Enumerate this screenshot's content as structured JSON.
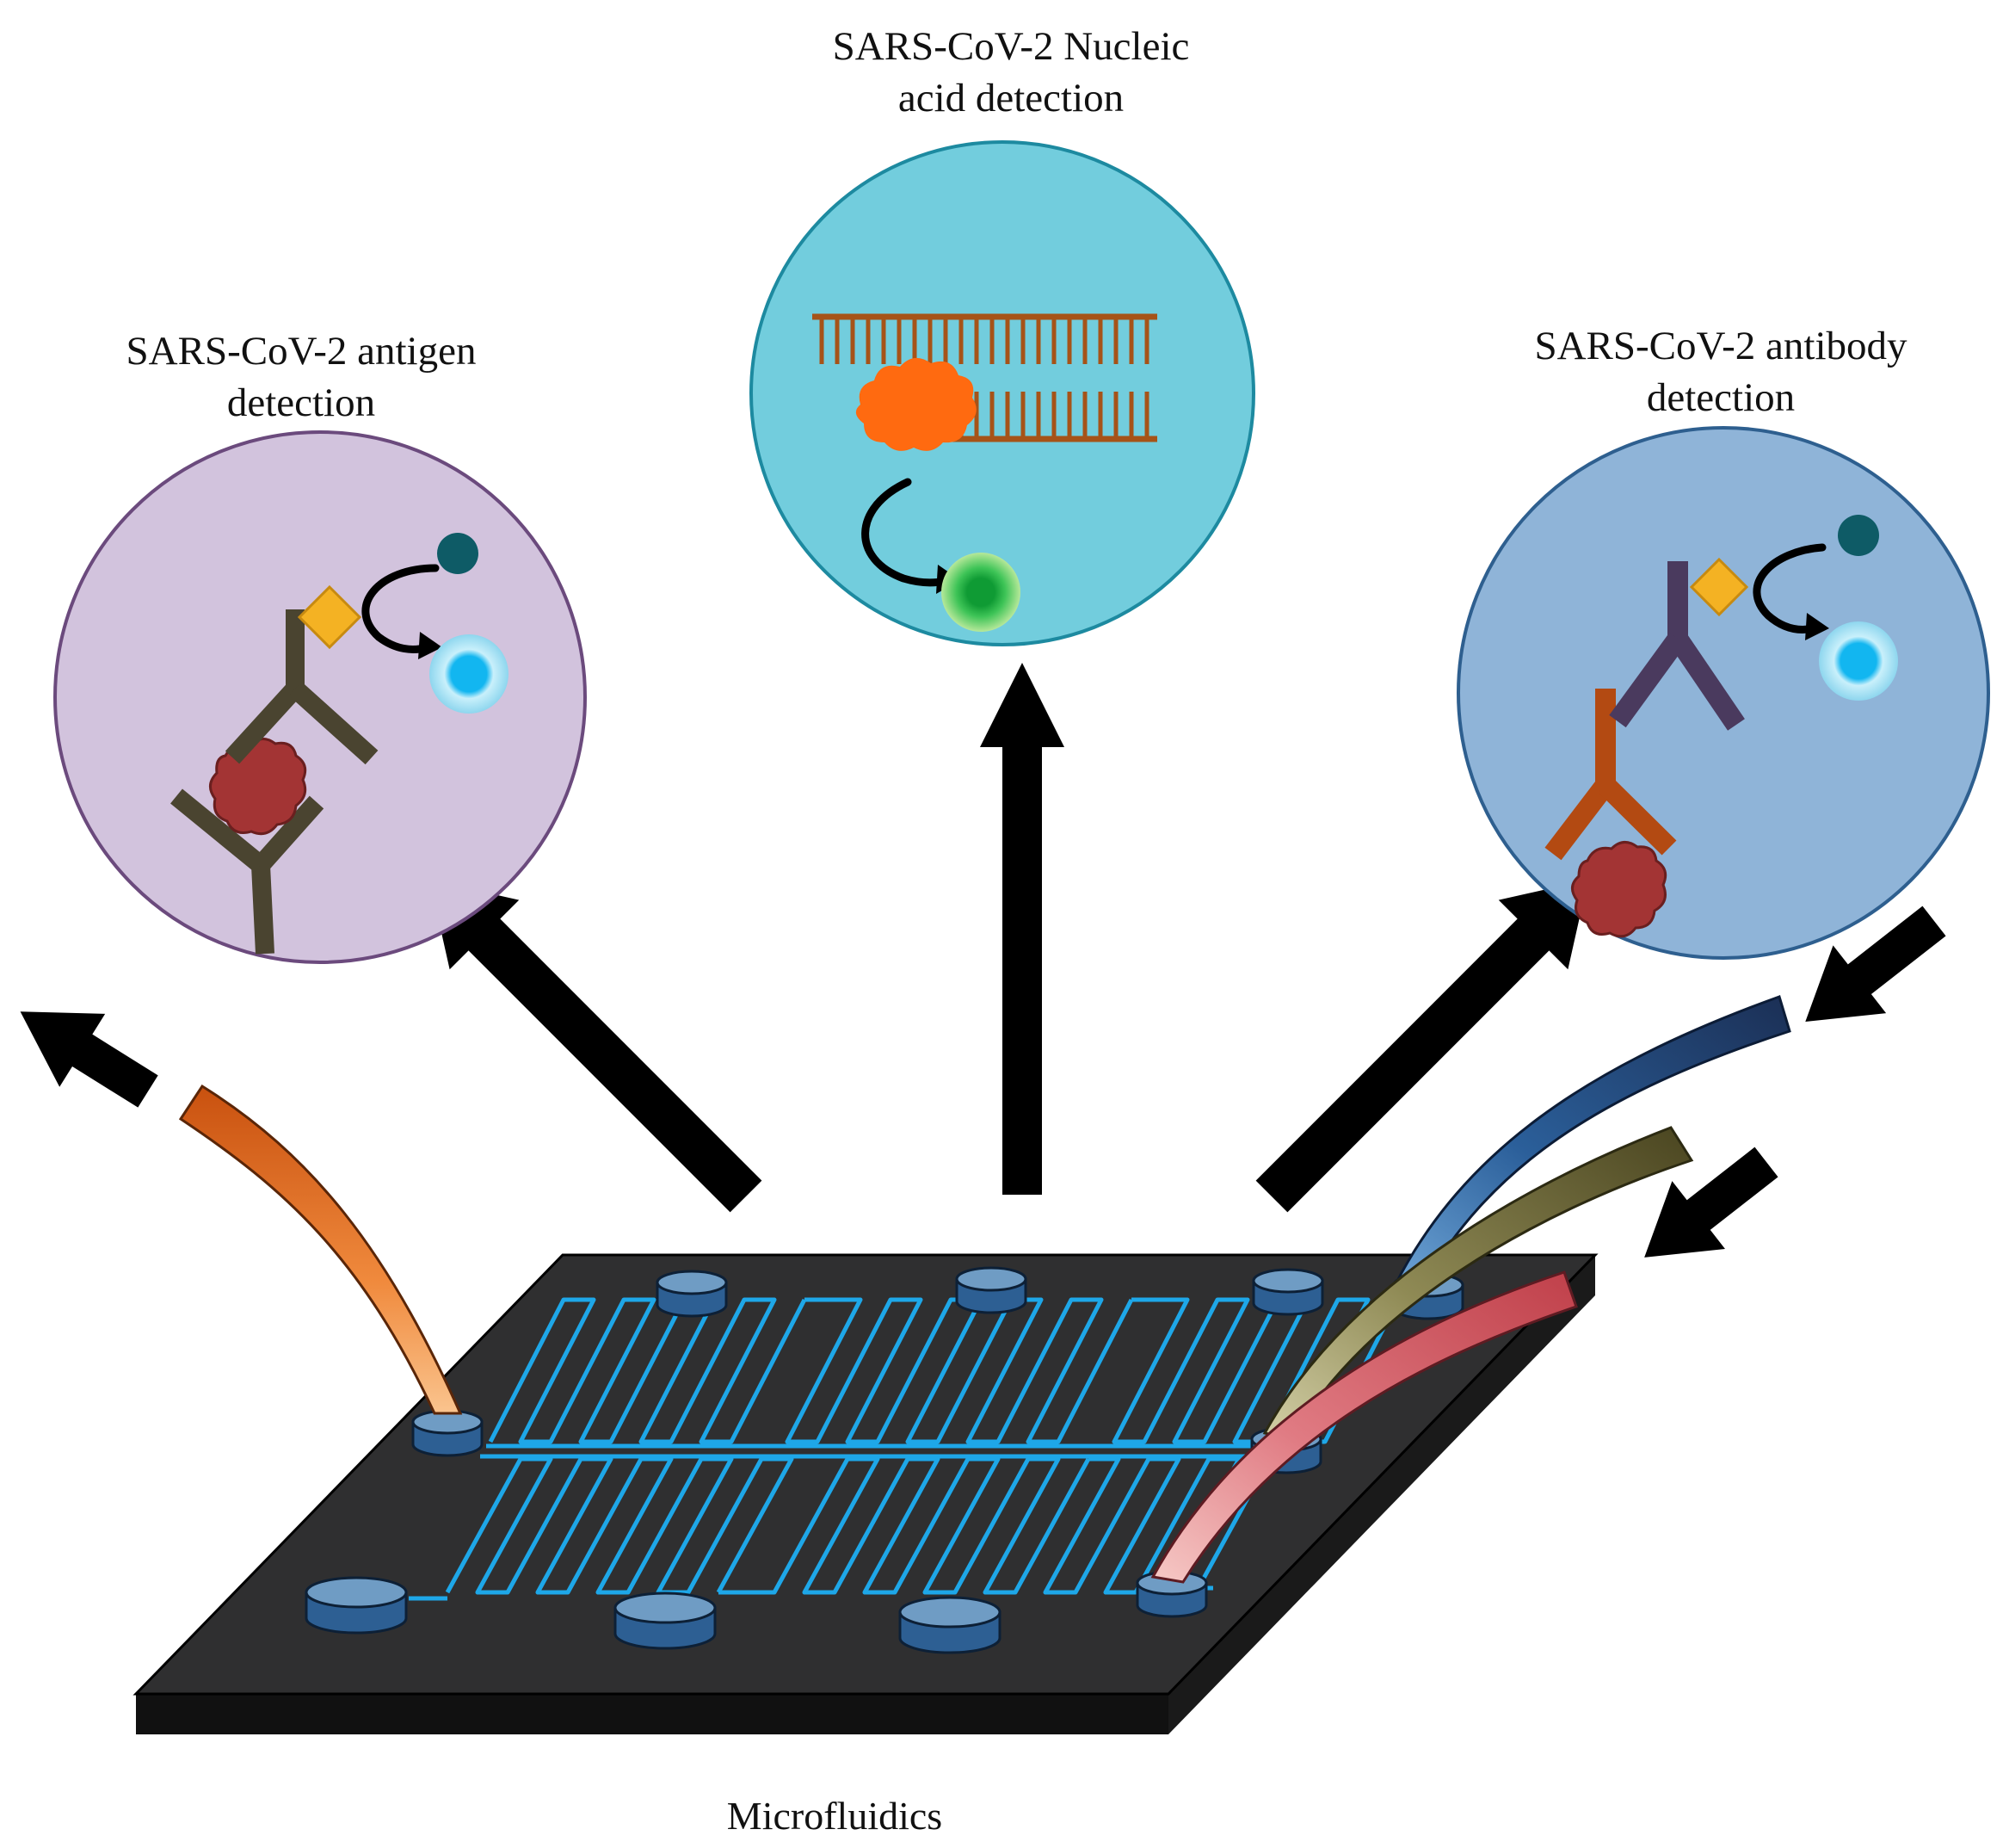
{
  "labels": {
    "nucleic": {
      "line1": "SARS-CoV-2 Nucleic",
      "line2": "acid detection"
    },
    "antigen": {
      "line1": "SARS-CoV-2 antigen",
      "line2": "detection"
    },
    "antibody": {
      "line1": "SARS-CoV-2 antibody",
      "line2": "detection"
    },
    "chip": "Microfluidics"
  },
  "colors": {
    "chip_top": "#2f2f30",
    "chip_side": "#111111",
    "channel": "#1ea7e8",
    "port": "#6f9cc4",
    "port_side": "#2d5f93",
    "antigen_circle_fill": "#d2c3dd",
    "antigen_circle_stroke": "#6b4a7d",
    "nucleic_circle_fill": "#72cddd",
    "nucleic_circle_stroke": "#1d8aa0",
    "antibody_circle_fill": "#8fb4d8",
    "antibody_circle_stroke": "#2e5f8f",
    "antibody_dark": "#4a3a5e",
    "antibody_olive": "#4a4430",
    "antibody_orange": "#b34a12",
    "virus": "#a33434",
    "dna": "#a65318",
    "enzyme": "#ff6a10",
    "label_diamond": "#f4b223",
    "substrate": "#0e5b66",
    "signal_blue": "#12b6f0",
    "signal_green": "#1fb43f",
    "tube_orange": "#f07a2a",
    "tube_navy": "#1f4a7a",
    "tube_olive": "#8f8a55",
    "tube_pink": "#e0707a",
    "arrow": "#000000"
  }
}
